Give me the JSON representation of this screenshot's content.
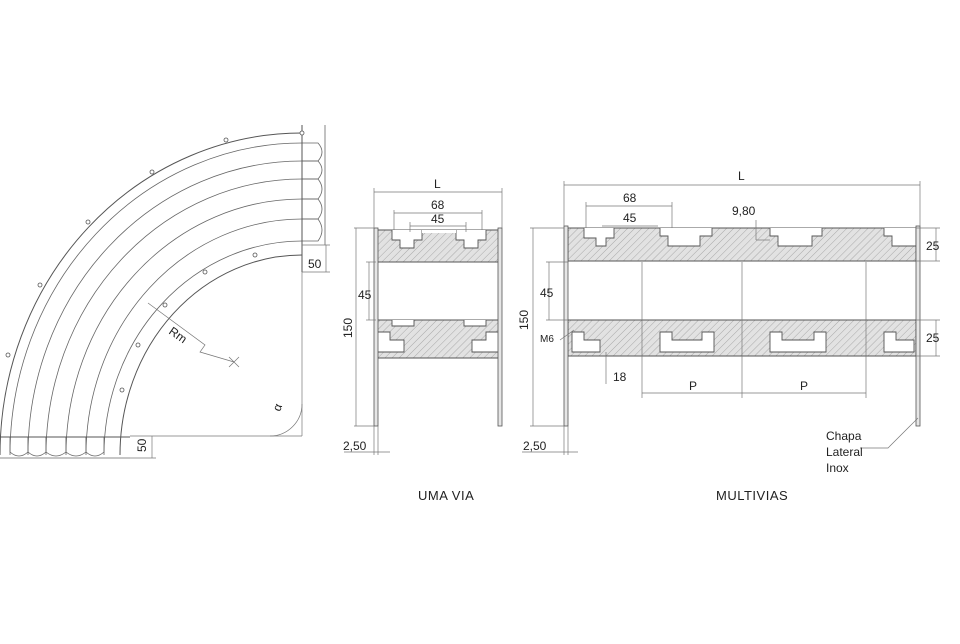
{
  "curve_view": {
    "dim_top_right": "50",
    "dim_bottom": "50",
    "radius_label": "Rm",
    "angle_label": "α"
  },
  "single_lane": {
    "title": "UMA VIA",
    "dim_overall_width": "L",
    "dim_outer_slot": "68",
    "dim_inner_slot": "45",
    "dim_gap": "45",
    "dim_height": "150",
    "dim_plate": "2,50"
  },
  "multi_lane": {
    "title": "MULTIVIAS",
    "dim_overall_width": "L",
    "dim_outer_slot": "68",
    "dim_inner_slot": "45",
    "dim_offset": "9,80",
    "dim_gap": "45",
    "dim_height": "150",
    "dim_plate": "2,50",
    "dim_top_thickness": "25",
    "dim_bottom_thickness": "25",
    "dim_bolt": "M6",
    "dim_bolt_offset": "18",
    "dim_pitch_1": "P",
    "dim_pitch_2": "P",
    "note": [
      "Chapa",
      "Lateral",
      "Inox"
    ]
  }
}
